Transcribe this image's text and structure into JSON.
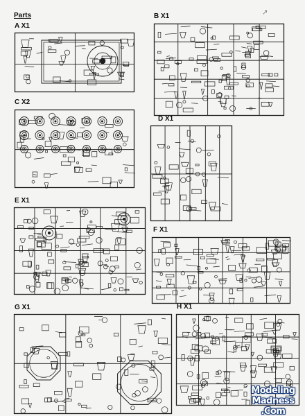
{
  "page": {
    "title": "Parts",
    "corner_mark": "↗"
  },
  "sprues": [
    {
      "id": "A",
      "label": "A X1"
    },
    {
      "id": "B",
      "label": "B X1"
    },
    {
      "id": "C",
      "label": "C X2"
    },
    {
      "id": "D",
      "label": "D X1"
    },
    {
      "id": "E",
      "label": "E X1"
    },
    {
      "id": "F",
      "label": "F X1"
    },
    {
      "id": "G",
      "label": "G X1"
    },
    {
      "id": "H",
      "label": "H X1"
    }
  ],
  "watermark": {
    "line1": "Modeling",
    "line2": "Madness",
    "line3": ".Com"
  },
  "colors": {
    "paper": "#f4f4f2",
    "ink": "#1e1e1e",
    "watermark_fill": "#ffffff",
    "watermark_outline": "#1a3d7a"
  }
}
